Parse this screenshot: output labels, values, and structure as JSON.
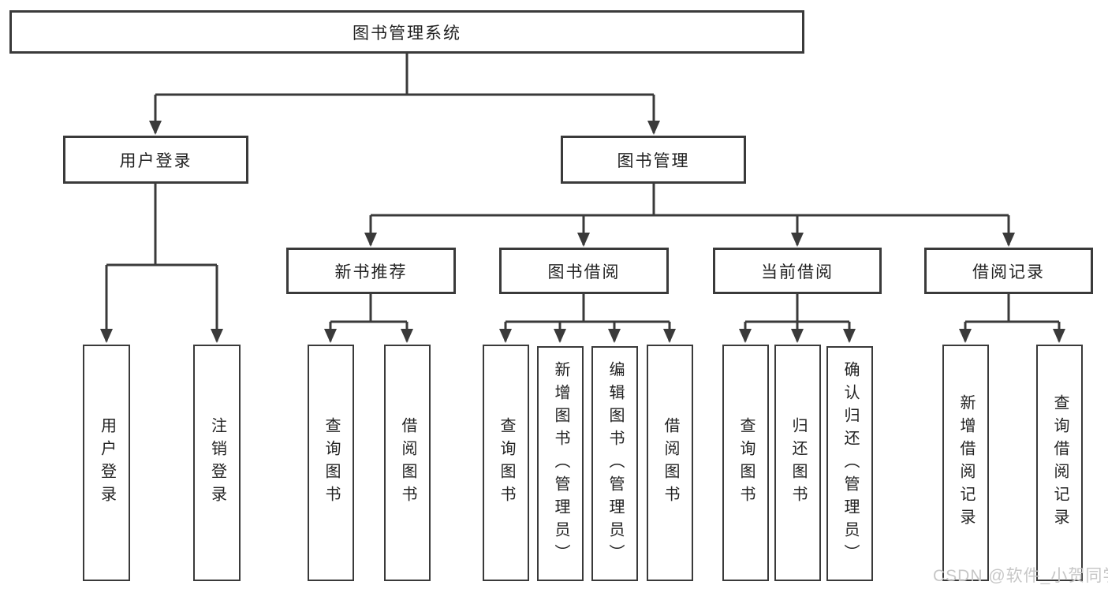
{
  "tree": {
    "root": {
      "label": "图书管理系统"
    },
    "branches": [
      {
        "label": "用户登录",
        "children": [
          {
            "label": "用户登录"
          },
          {
            "label": "注销登录"
          }
        ]
      },
      {
        "label": "图书管理",
        "children": [
          {
            "label": "新书推荐",
            "children": [
              {
                "label": "查询图书"
              },
              {
                "label": "借阅图书"
              }
            ]
          },
          {
            "label": "图书借阅",
            "children": [
              {
                "label": "查询图书"
              },
              {
                "label": "新增图书（管理员）"
              },
              {
                "label": "编辑图书（管理员）"
              },
              {
                "label": "借阅图书"
              }
            ]
          },
          {
            "label": "当前借阅",
            "children": [
              {
                "label": "查询图书"
              },
              {
                "label": "归还图书"
              },
              {
                "label": "确认归还（管理员）"
              }
            ]
          },
          {
            "label": "借阅记录",
            "children": [
              {
                "label": "新增借阅记录"
              },
              {
                "label": "查询借阅记录"
              }
            ]
          }
        ]
      }
    ]
  },
  "watermark": {
    "text": "CSDN @软件_小贺同学"
  },
  "colors": {
    "line": "#3a3a3a",
    "text": "#222222",
    "background": "#ffffff",
    "watermark": "#c7c7c7"
  }
}
